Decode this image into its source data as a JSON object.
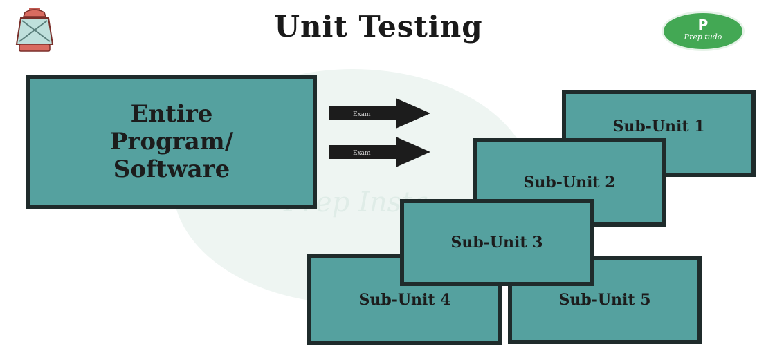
{
  "title": "Unit Testing",
  "logo_right": {
    "letter": "P",
    "text": "Prep tudo"
  },
  "watermark": "Prep Insta",
  "main_box": {
    "lines": [
      "Entire",
      "Program/",
      "Software"
    ]
  },
  "arrows": [
    {
      "label": "Exam"
    },
    {
      "label": "Exam"
    }
  ],
  "sub_units": [
    {
      "label": "Sub-Unit 1"
    },
    {
      "label": "Sub-Unit 2"
    },
    {
      "label": "Sub-Unit 3"
    },
    {
      "label": "Sub-Unit 4"
    },
    {
      "label": "Sub-Unit 5"
    }
  ],
  "colors": {
    "box_fill": "#55a19f",
    "box_border": "#1f2b2b",
    "logo_green": "#43a854"
  }
}
